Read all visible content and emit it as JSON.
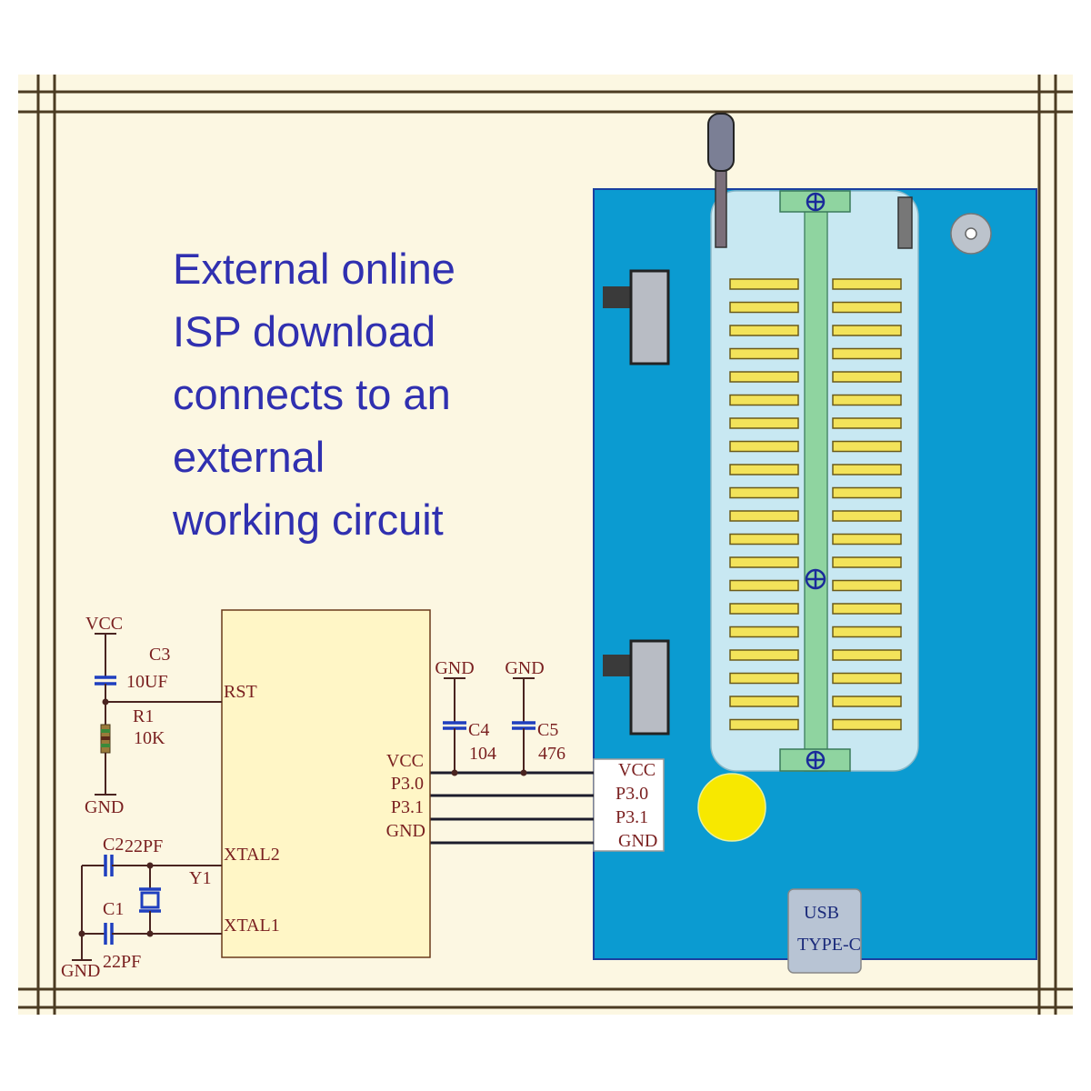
{
  "caption": {
    "lines": [
      "External online",
      "ISP download",
      "connects to an",
      "external",
      "working circuit"
    ]
  },
  "schematic": {
    "vcc": "VCC",
    "gnd": "GND",
    "c3_ref": "C3",
    "c3_value": "10UF",
    "r1_ref": "R1",
    "r1_value": "10K",
    "c2_ref": "C2",
    "c2_value": "22PF",
    "c1_ref": "C1",
    "c1_value": "22PF",
    "y1_ref": "Y1",
    "c4_ref": "C4",
    "c4_value": "104",
    "c5_ref": "C5",
    "c5_value": "476",
    "chip_pins": {
      "rst": "RST",
      "xtal2": "XTAL2",
      "xtal1": "XTAL1",
      "vcc": "VCC",
      "p30": "P3.0",
      "p31": "P3.1",
      "gnd": "GND"
    }
  },
  "programmer": {
    "connector_pins": [
      "VCC",
      "P3.0",
      "P3.1",
      "GND"
    ],
    "usb_port": {
      "line1": "USB",
      "line2": "TYPE-C"
    }
  },
  "colors": {
    "background": "#fcf7e2",
    "caption_text": "#3030b0",
    "board": "#0b9bd1",
    "label_text": "#7a2020",
    "zif_pin": "#f3e35a",
    "indicator": "#f7e800"
  }
}
